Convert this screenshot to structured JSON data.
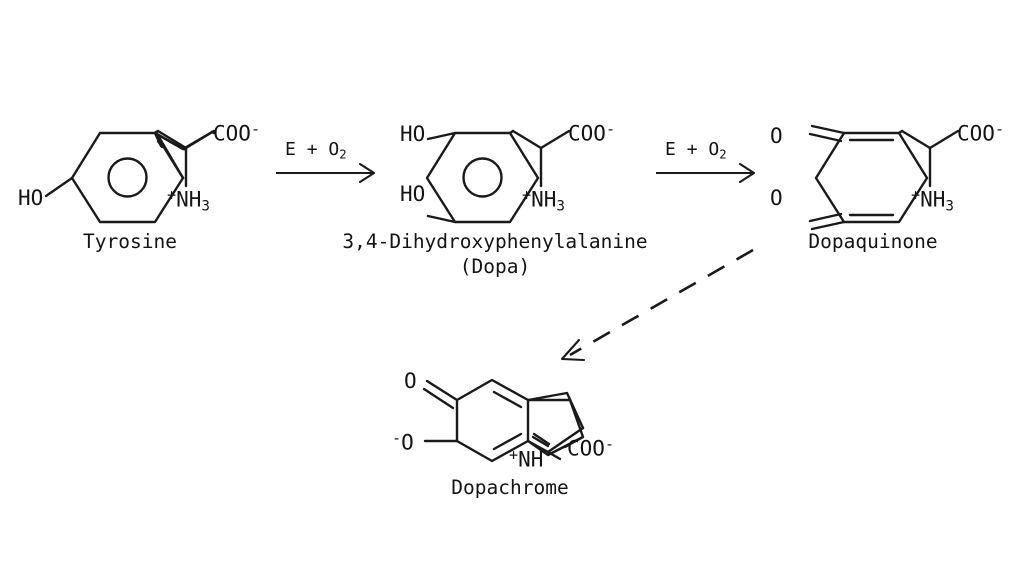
{
  "diagram": {
    "title": "Melanin biosynthesis pathway",
    "background_color": "#ffffff",
    "stroke_color": "#1a1a1a",
    "text_color": "#141414"
  },
  "compounds": [
    {
      "id": "tyrosine",
      "name": "Tyrosine",
      "subtitle": "",
      "atom_labels": [
        {
          "key": "hydroxyl",
          "text": "HO"
        },
        {
          "key": "carboxylate",
          "text": "COO",
          "charge": "-"
        },
        {
          "key": "ammonium",
          "text": "NH",
          "charge": "+",
          "subscript": "3"
        }
      ]
    },
    {
      "id": "dopa",
      "name": "3,4-Dihydroxyphenylalanine",
      "subtitle": "(Dopa)",
      "atom_labels": [
        {
          "key": "hydroxyl-top",
          "text": "HO"
        },
        {
          "key": "hydroxyl-bottom",
          "text": "HO"
        },
        {
          "key": "carboxylate",
          "text": "COO",
          "charge": "-"
        },
        {
          "key": "ammonium",
          "text": "NH",
          "charge": "+",
          "subscript": "3"
        }
      ]
    },
    {
      "id": "dopaquinone",
      "name": "Dopaquinone",
      "subtitle": "",
      "atom_labels": [
        {
          "key": "ketone-top",
          "text": "O"
        },
        {
          "key": "ketone-bottom",
          "text": "O"
        },
        {
          "key": "carboxylate",
          "text": "COO",
          "charge": "-"
        },
        {
          "key": "ammonium",
          "text": "NH",
          "charge": "+",
          "subscript": "3"
        }
      ]
    },
    {
      "id": "dopachrome",
      "name": "Dopachrome",
      "subtitle": "",
      "atom_labels": [
        {
          "key": "ketone",
          "text": "O"
        },
        {
          "key": "oxide",
          "text": "O",
          "charge": "-"
        },
        {
          "key": "imine-nitrogen",
          "text": "NH",
          "charge": "+"
        },
        {
          "key": "carboxylate",
          "text": "COO",
          "charge": "-"
        }
      ]
    }
  ],
  "reactions": [
    {
      "id": "tyrosine-to-dopa",
      "enzyme": "E",
      "plus": "+",
      "reagent": "O",
      "reagent_subscript": "2",
      "style": "solid-arrow"
    },
    {
      "id": "dopa-to-dopaquinone",
      "enzyme": "E",
      "plus": "+",
      "reagent": "O",
      "reagent_subscript": "2",
      "style": "solid-arrow"
    },
    {
      "id": "dopaquinone-to-dopachrome",
      "enzyme": "",
      "plus": "",
      "reagent": "",
      "reagent_subscript": "",
      "style": "dashed-arrow"
    }
  ],
  "text": {
    "tyrosine_ho": "HO",
    "tyrosine_coo": "COO",
    "tyrosine_coo_charge": "-",
    "tyrosine_nh": "NH",
    "tyrosine_nh_charge": "+",
    "tyrosine_nh_sub": "3",
    "tyrosine_name": "Tyrosine",
    "dopa_ho_top": "HO",
    "dopa_ho_bottom": "HO",
    "dopa_coo": "COO",
    "dopa_coo_charge": "-",
    "dopa_nh": "NH",
    "dopa_nh_charge": "+",
    "dopa_nh_sub": "3",
    "dopa_name": "3,4-Dihydroxyphenylalanine",
    "dopa_subtitle": "(Dopa)",
    "dq_o_top": "O",
    "dq_o_bottom": "O",
    "dq_coo": "COO",
    "dq_coo_charge": "-",
    "dq_nh": "NH",
    "dq_nh_charge": "+",
    "dq_nh_sub": "3",
    "dq_name": "Dopaquinone",
    "dc_o_top": "O",
    "dc_o_left_charge": "-",
    "dc_o_left": "O",
    "dc_nh_charge": "+",
    "dc_nh": "NH",
    "dc_coo": "COO",
    "dc_coo_charge": "-",
    "dc_name": "Dopachrome",
    "rxn1_e": "E",
    "rxn1_plus": "+",
    "rxn1_o": "O",
    "rxn1_o_sub": "2",
    "rxn2_e": "E",
    "rxn2_plus": "+",
    "rxn2_o": "O",
    "rxn2_o_sub": "2"
  }
}
